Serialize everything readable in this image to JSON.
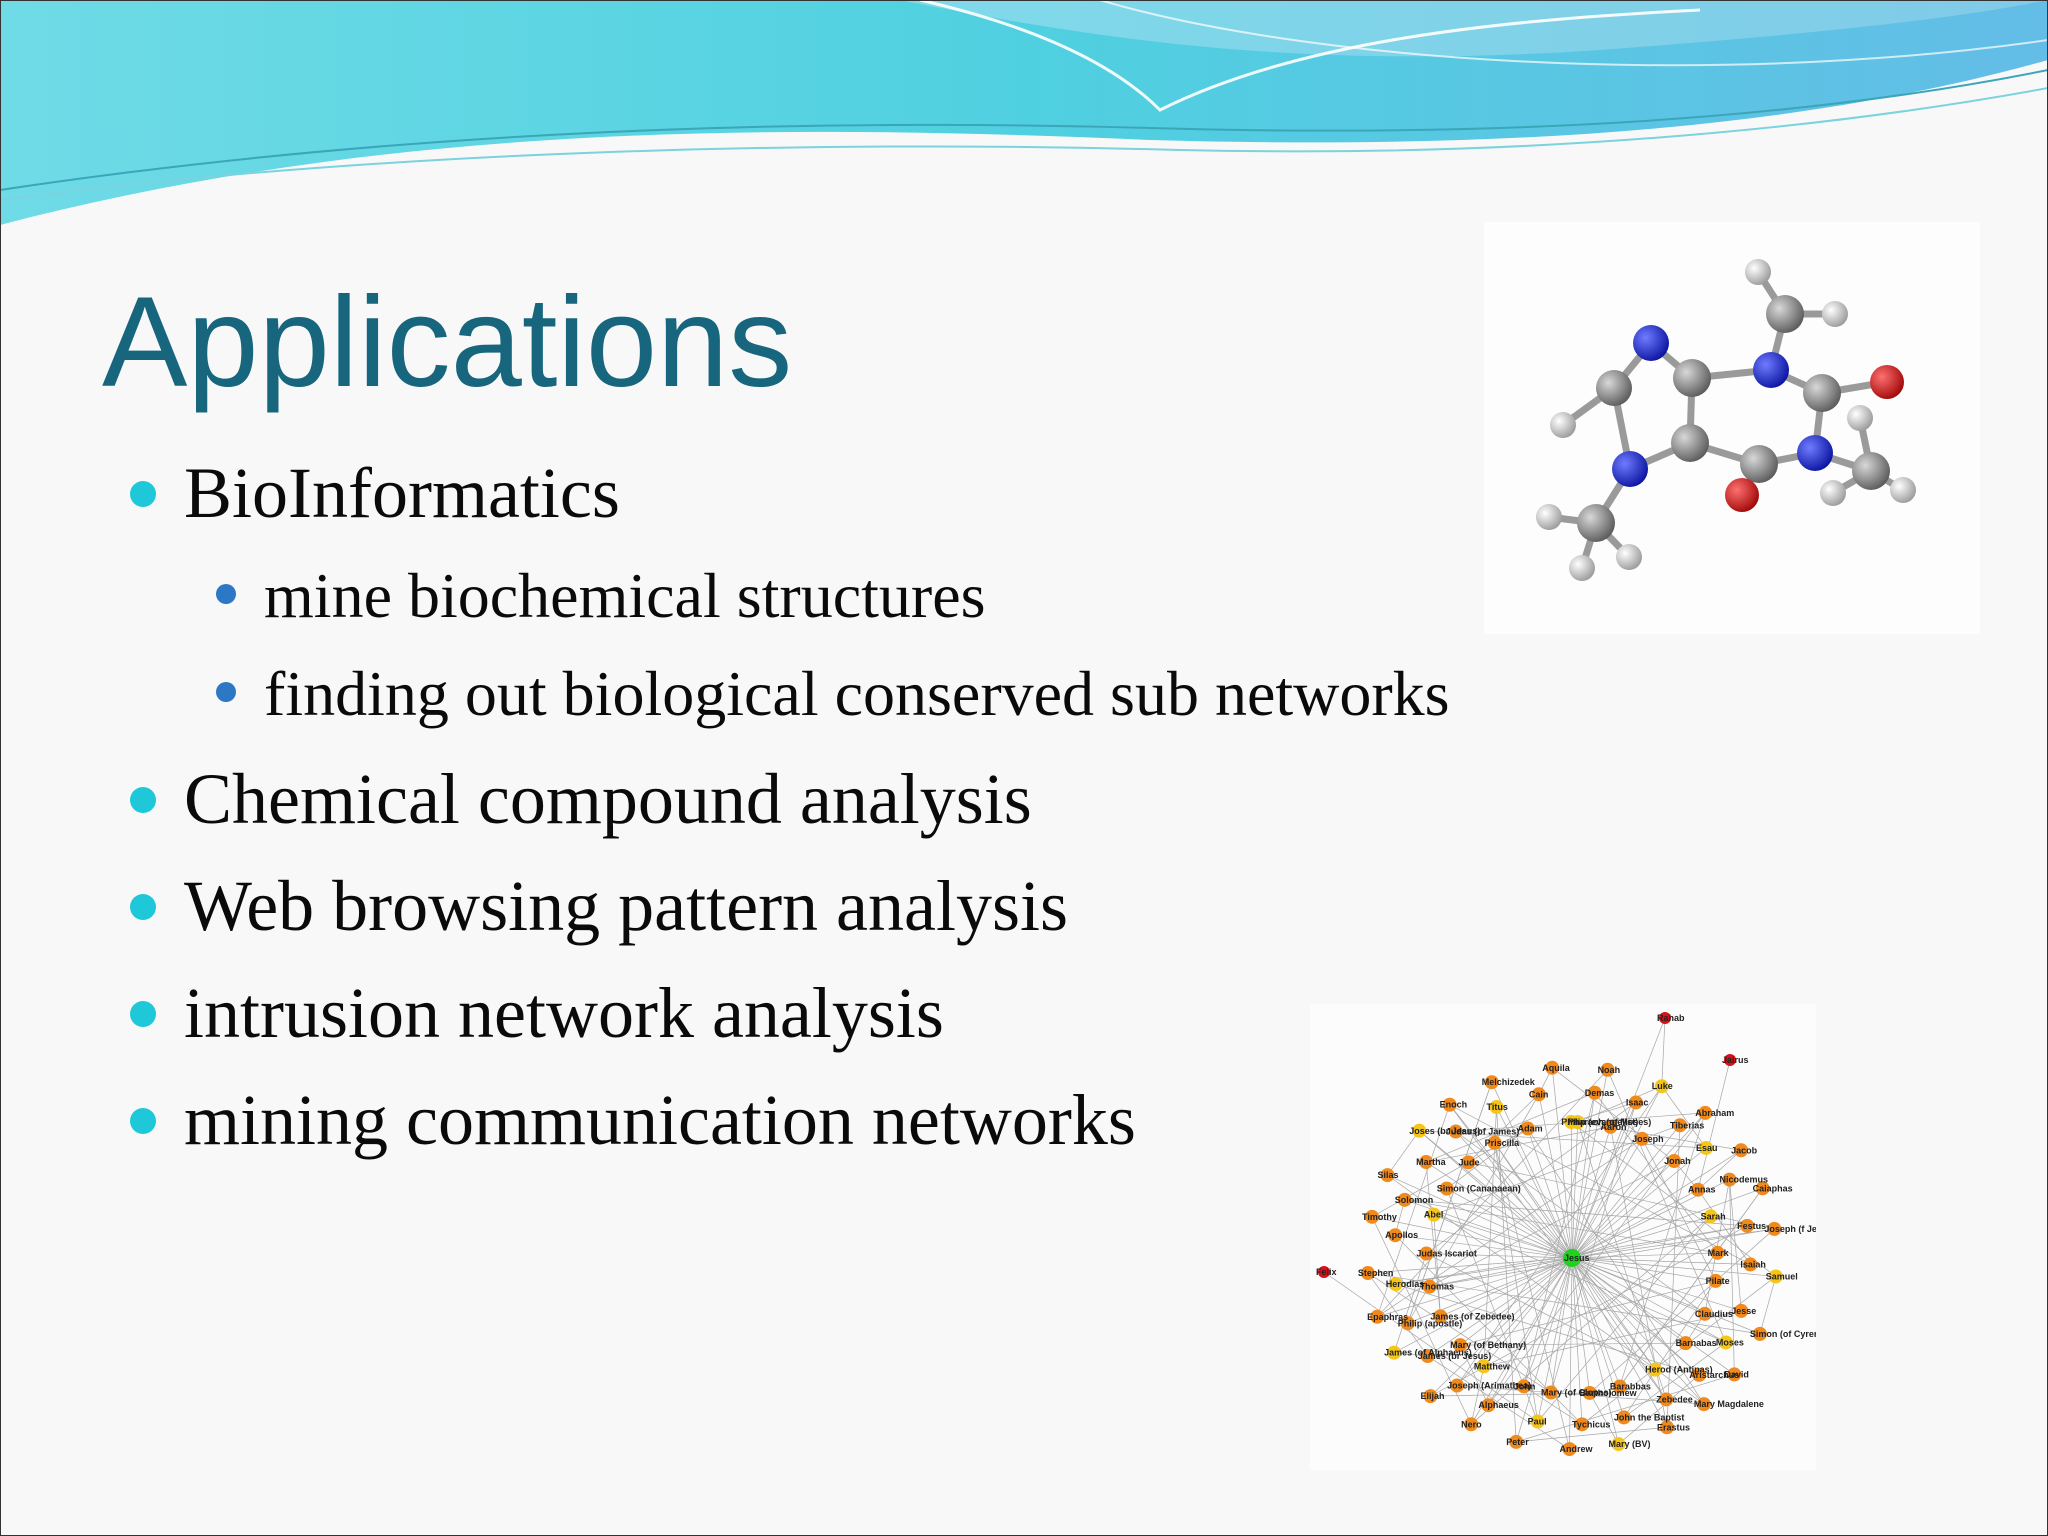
{
  "slide": {
    "title": "Applications",
    "bullets": [
      {
        "level": 1,
        "text": "BioInformatics"
      },
      {
        "level": 2,
        "text": "mine biochemical structures"
      },
      {
        "level": 2,
        "text": "finding out biological conserved sub networks"
      },
      {
        "level": 1,
        "text": "Chemical compound analysis"
      },
      {
        "level": 1,
        "text": "Web browsing pattern analysis"
      },
      {
        "level": 1,
        "text": "intrusion network analysis"
      },
      {
        "level": 1,
        "text": "mining communication networks"
      }
    ]
  },
  "images": {
    "molecule": "caffeine-molecule-3d-model",
    "network": "biblical-social-network-graph"
  },
  "network_labels": {
    "hub": "Jesus",
    "outliers": [
      "Rahab",
      "Jairus",
      "Felix"
    ],
    "nodes": [
      "Pharaoh (of Moses)",
      "Demas",
      "Noah",
      "Aaron",
      "Isaac",
      "Luke",
      "Joseph",
      "Tiberias",
      "Abraham",
      "Jonah",
      "Esau",
      "Jacob",
      "Annas",
      "Nicodemus",
      "Caiaphas",
      "Sarah",
      "Festus",
      "Joseph (f Jesus)",
      "Mark",
      "Isaiah",
      "Samuel",
      "Pilate",
      "Jesse",
      "Simon (of Cyrene)",
      "Claudius",
      "Moses",
      "David",
      "Barnabas",
      "Aristarchus",
      "Mary Magdalene",
      "Herod (Antipas)",
      "Zebedee",
      "Erastus",
      "Barabbas",
      "John the Baptist",
      "Mary (BV)",
      "Bartholomew",
      "Tychicus",
      "Andrew",
      "Mary (of Clopas)",
      "Paul",
      "Peter",
      "John",
      "Alphaeus",
      "Nero",
      "Matthew",
      "Joseph (Arimathea)",
      "Elijah",
      "Mary (of Bethany)",
      "James (br Jesus)",
      "James (of Alphaeus)",
      "James (of Zebedee)",
      "Philip (apostle)",
      "Epaphras",
      "Thomas",
      "Herodias",
      "Stephen",
      "Judas Iscariot",
      "Apollos",
      "Timothy",
      "Abel",
      "Solomon",
      "Silas",
      "Simon (Cananaean)",
      "Martha",
      "Joses (br Jesus)",
      "Jude",
      "Judas (of James)",
      "Enoch",
      "Priscilla",
      "Titus",
      "Melchizedek",
      "Adam",
      "Cain",
      "Aquila",
      "Philip (evangelist)"
    ]
  },
  "colors": {
    "title": "#17667d",
    "bullet_l1": "#1fc8d8",
    "bullet_l2": "#2d78c4",
    "node_orange": "#f08a1c",
    "node_yellow": "#f6c51a",
    "node_green": "#1ed21e",
    "node_red": "#d8101a",
    "atom_carbon": "#8a8a8a",
    "atom_nitrogen": "#1e2fd8",
    "atom_oxygen": "#d81818",
    "atom_hydrogen": "#e6e6e6"
  }
}
